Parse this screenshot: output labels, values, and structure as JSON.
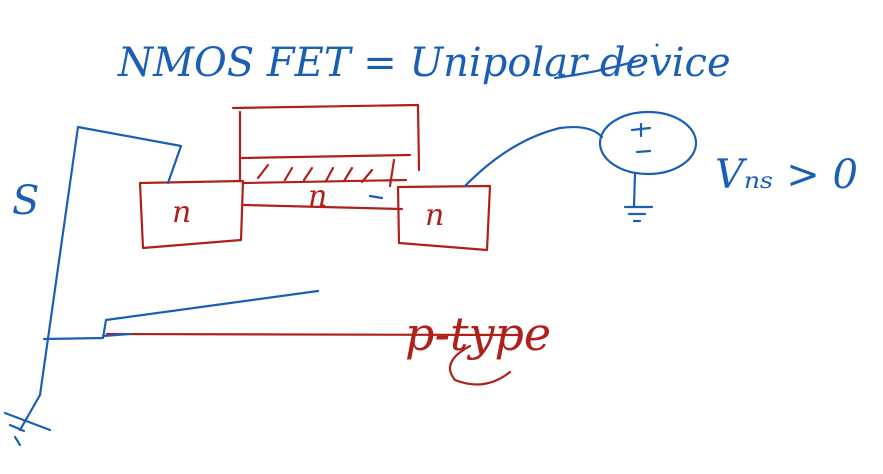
{
  "title": "NMOS FET = Unipolar device",
  "labels": {
    "source": "S",
    "source_n": "n",
    "drain_n": "n",
    "channel_n": "n",
    "substrate": "p-type",
    "voltage": "Vₙₛ > 0"
  },
  "colors": {
    "blue_ink": "#1a5fb4",
    "red_ink": "#b0201a",
    "background": "#ffffff"
  }
}
